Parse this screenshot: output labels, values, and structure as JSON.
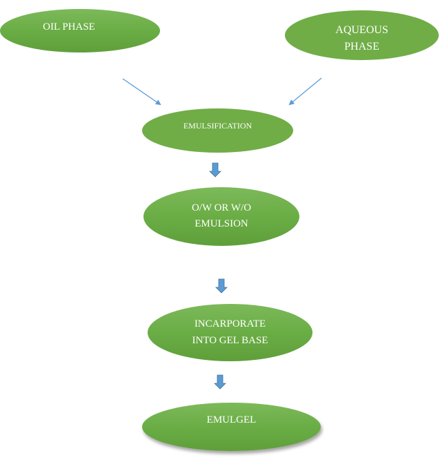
{
  "diagram": {
    "type": "flowchart",
    "colors": {
      "node_fill": "#70ad47",
      "node_text": "#ffffff",
      "arrow": "#5b9bd5"
    },
    "nodes": [
      {
        "id": "oil_phase",
        "label": "OIL PHASE"
      },
      {
        "id": "aqueous_phase",
        "label_lines": [
          "AQUEOUS",
          "PHASE"
        ]
      },
      {
        "id": "emulsification",
        "label": "EMULSIFICATION"
      },
      {
        "id": "emulsion",
        "label_lines": [
          "O/W OR W/O",
          "EMULSION"
        ]
      },
      {
        "id": "incorporate",
        "label_lines": [
          "INCARPORATE",
          "INTO GEL BASE"
        ]
      },
      {
        "id": "emulgel",
        "label": "EMULGEL"
      }
    ],
    "edges": [
      {
        "from": "oil_phase",
        "to": "emulsification"
      },
      {
        "from": "aqueous_phase",
        "to": "emulsification"
      },
      {
        "from": "emulsification",
        "to": "emulsion"
      },
      {
        "from": "emulsion",
        "to": "incorporate"
      },
      {
        "from": "incorporate",
        "to": "emulgel"
      }
    ]
  }
}
